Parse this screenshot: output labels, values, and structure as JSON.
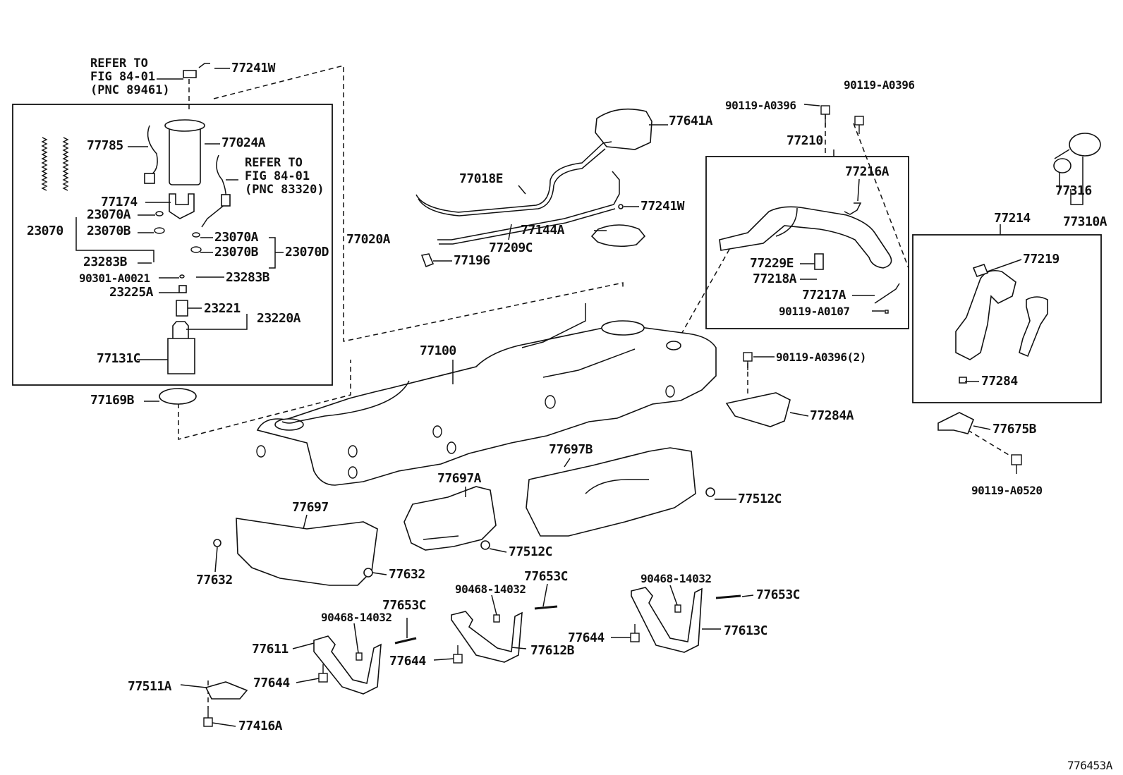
{
  "labels": {
    "l77241W_top": "77241W",
    "l77785": "77785",
    "l77024A": "77024A",
    "l77174": "77174",
    "l23070A_l": "23070A",
    "l23070": "23070",
    "l23070B_l": "23070B",
    "l23283B_l": "23283B",
    "l90301": "90301-A0021",
    "l23225A": "23225A",
    "l23221": "23221",
    "l23220A": "23220A",
    "l77131C": "77131C",
    "l77169B": "77169B",
    "l23070A_r": "23070A",
    "l23070B_r": "23070B",
    "l23070D": "23070D",
    "l23283B_r": "23283B",
    "l77020A": "77020A",
    "l77018E": "77018E",
    "l77641A": "77641A",
    "l77241W_mid": "77241W",
    "l77144A": "77144A",
    "l77209C": "77209C",
    "l77196": "77196",
    "l77100": "77100",
    "l90119_a": "90119-A0396",
    "l90119_b": "90119-A0396",
    "l77210": "77210",
    "l77216A": "77216A",
    "l77229E": "77229E",
    "l77218A": "77218A",
    "l77217A": "77217A",
    "l90119_0107": "90119-A0107",
    "l77316": "77316",
    "l77310A": "77310A",
    "l77214": "77214",
    "l77219": "77219",
    "l77284": "77284",
    "l90119_2": "90119-A0396(2)",
    "l77284A": "77284A",
    "l77675B": "77675B",
    "l90119_0520": "90119-A0520",
    "l77697B": "77697B",
    "l77512C_r": "77512C",
    "l77697A": "77697A",
    "l77512C_m": "77512C",
    "l77697": "77697",
    "l77632_l": "77632",
    "l77632_r": "77632",
    "l90468_m": "90468-14032",
    "l77653C_m": "77653C",
    "l90468_l": "90468-14032",
    "l77653C_l": "77653C",
    "l90468_r": "90468-14032",
    "l77653C_r": "77653C",
    "l77611": "77611",
    "l77644_l": "77644",
    "l77644_m": "77644",
    "l77612B": "77612B",
    "l77644_r": "77644",
    "l77613C": "77613C",
    "l77511A": "77511A",
    "l77416A": "77416A",
    "l776453A": "776453A"
  },
  "refs": {
    "ref1": "REFER TO\nFIG 84-01\n(PNC 89461)",
    "ref2": "REFER TO\nFIG 84-01\n(PNC 83320)"
  }
}
